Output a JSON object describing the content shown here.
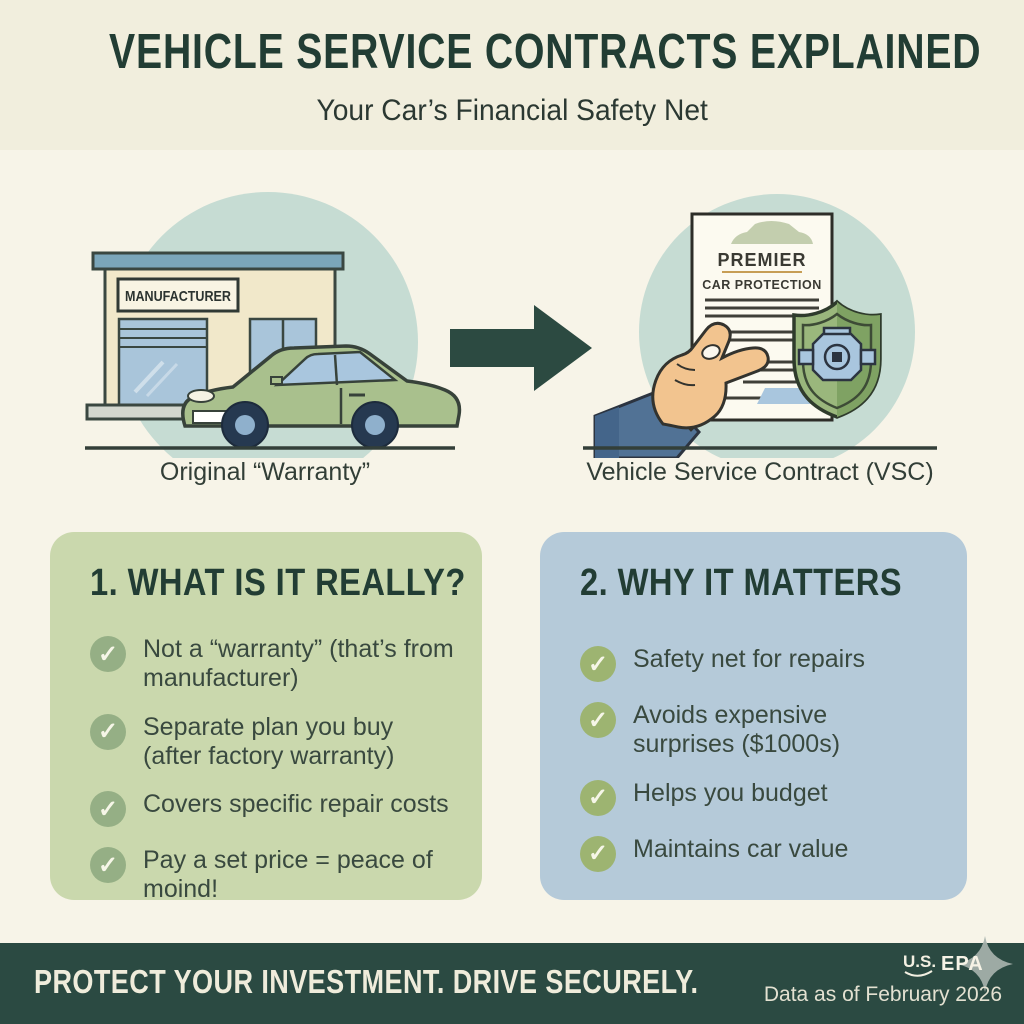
{
  "header": {
    "title": "VEHICLE SERVICE CONTRACTS EXPLAINED",
    "subtitle": "Your Car’s Financial Safety Net"
  },
  "comparison": {
    "before": {
      "caption": "Original “Warranty”",
      "building_sign": "MANUFACTURER"
    },
    "after": {
      "caption": "Vehicle Service Contract (VSC)",
      "document_title": "PREMIER",
      "document_subtitle": "CAR PROTECTION"
    }
  },
  "panels": [
    {
      "title": "1. WHAT IS IT REALLY?",
      "items": [
        "Not a “warranty” (that’s from\nmanufacturer)",
        "Separate plan you buy\n(after factory warranty)",
        "Covers specific repair costs",
        "Pay a set price = peace of\nmoind!"
      ]
    },
    {
      "title": "2. WHY IT MATTERS",
      "items": [
        "Safety net for repairs",
        "Avoids expensive\nsurprises ($1000s)",
        "Helps you budget",
        "Maintains car value"
      ]
    }
  ],
  "footer": {
    "tagline": "PROTECT YOUR INVESTMENT. DRIVE SECURELY.",
    "logo_us": "U.S.",
    "logo_epa": "EPA",
    "data_note": "Data as of February 2026"
  },
  "icons": {
    "check": "✓"
  },
  "colors": {
    "header_bg": "#f1eedd",
    "body_bg": "#f7f4e8",
    "dark_green_text": "#223d34",
    "panel_green": "#cad8ad",
    "panel_blue": "#b5cad9",
    "check_green": "#95af85",
    "check_olive": "#9db471",
    "footer_bg": "#2b4a42",
    "arrow": "#2c4a41",
    "circle_teal": "#c6dcd3"
  }
}
